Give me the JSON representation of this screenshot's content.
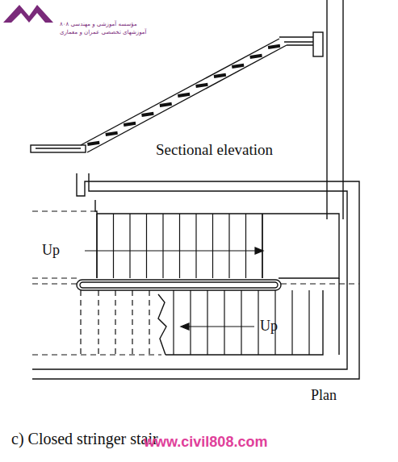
{
  "diagram": {
    "caption": "c) Closed stringer stair",
    "labels": [
      "مؤسسه آموزشی و مهندسی ۸۰۸",
      "آموزشهای تخصصی عمران و معماری",
      "Sectional elevation",
      "Up",
      "Up",
      "Plan",
      "www.civil808.com"
    ]
  }
}
